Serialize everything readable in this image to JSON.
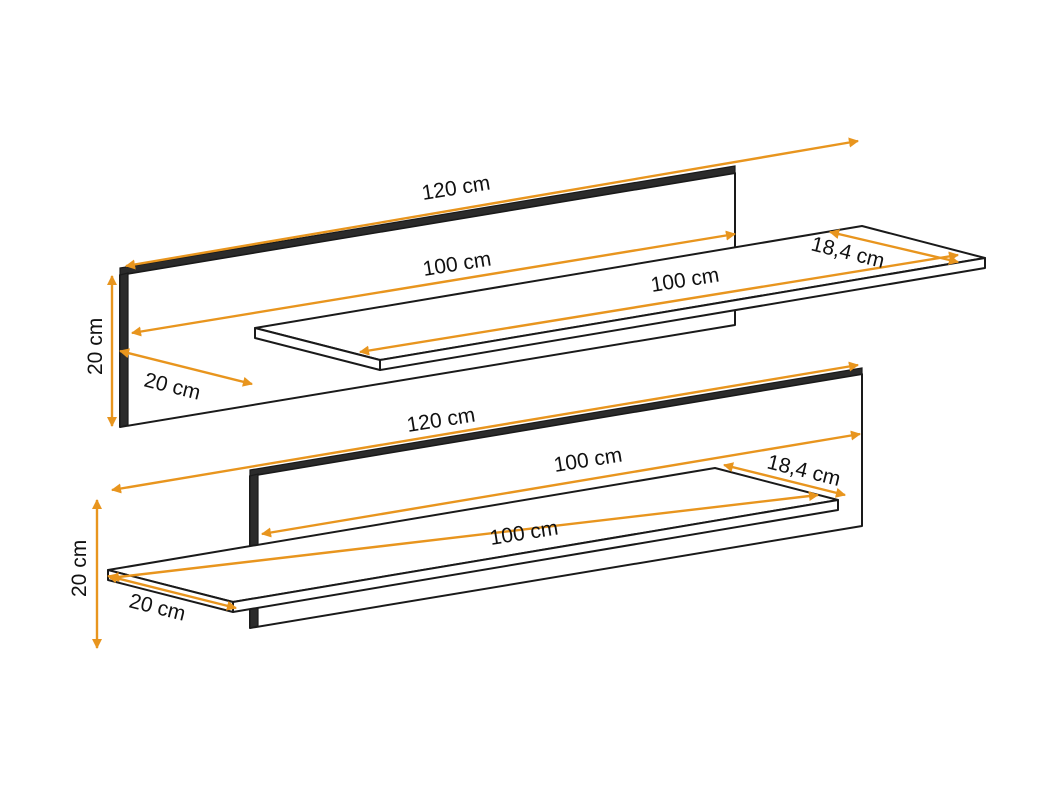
{
  "accent_color": "#e8951e",
  "upper_shelf": {
    "total_length": "120 cm",
    "back_panel_length": "100 cm",
    "shelf_length": "100 cm",
    "shelf_depth": "18,4 cm",
    "height": "20 cm",
    "side_depth": "20 cm"
  },
  "lower_shelf": {
    "total_length": "120 cm",
    "back_panel_length": "100 cm",
    "shelf_length": "100 cm",
    "shelf_depth": "18,4 cm",
    "height": "20 cm",
    "side_depth": "20 cm"
  }
}
